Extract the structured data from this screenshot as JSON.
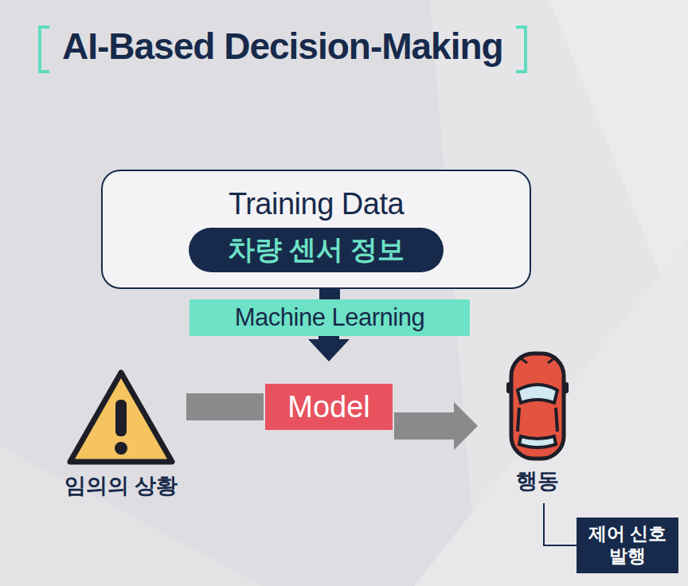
{
  "diagram": {
    "title": "AI-Based Decision-Making",
    "nodes": [
      {
        "text": [
          "Training Data"
        ]
      },
      {
        "text": [
          "차량 센서 정보"
        ],
        "in": 0
      },
      {
        "text": [
          "Machine Learning"
        ]
      },
      {
        "text": [
          "임의의 상황"
        ]
      },
      {
        "text": [
          "Model"
        ]
      },
      {
        "text": [
          "행동"
        ]
      },
      {
        "text": [
          "제어 신호 발행"
        ]
      }
    ],
    "edges": [
      {
        "from": 0,
        "to": 2,
        "arrow": "none"
      },
      {
        "from": 2,
        "to": 4,
        "arrow": "to"
      },
      {
        "from": 3,
        "to": 4,
        "arrow": "none"
      },
      {
        "from": 4,
        "to": 5,
        "arrow": "to"
      },
      {
        "from": 5,
        "to": 6,
        "arrow": "none"
      }
    ]
  }
}
